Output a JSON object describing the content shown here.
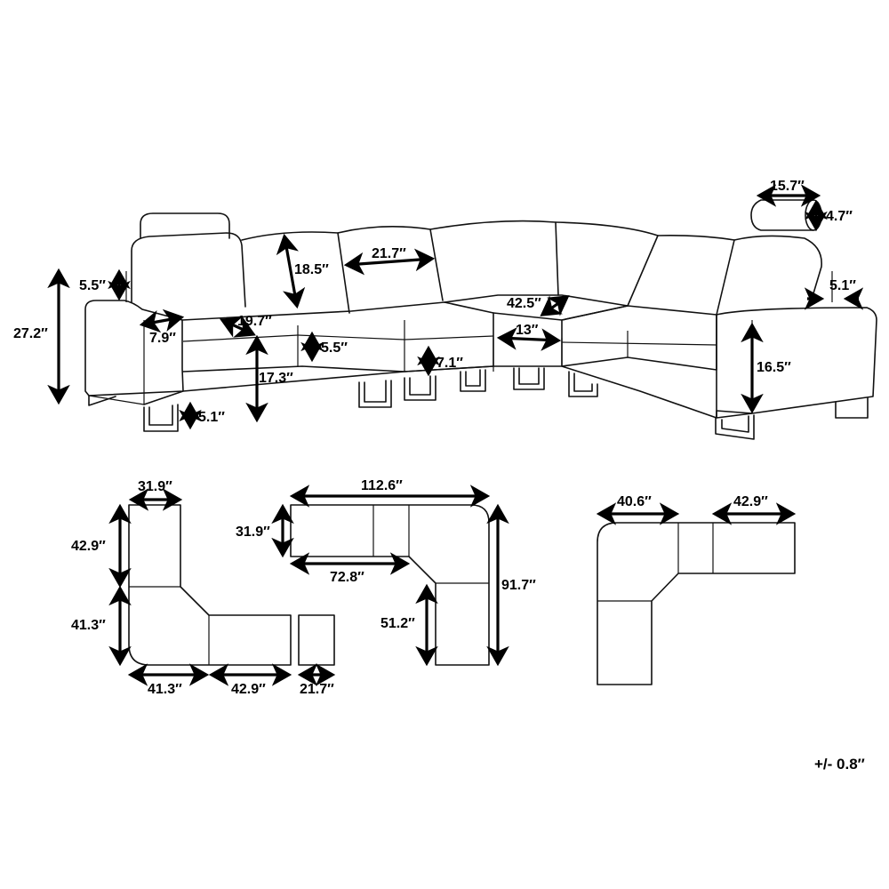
{
  "colors": {
    "stroke": "#111111",
    "arrow": "#000000",
    "background": "#ffffff"
  },
  "front_view": {
    "height_total": "27.2″",
    "armrest_top_drop": "5.5″",
    "armrest_width": "7.9″",
    "seat_depth": "19.7″",
    "backrest_height": "18.5″",
    "module_width": "21.7″",
    "seat_cushion_height": "5.5″",
    "seat_height": "17.3″",
    "leg_height_left": "5.1″",
    "base_height": "7.1″",
    "corner_depth": "42.5″",
    "corner_width": "13″",
    "arm_height_right": "16.5″",
    "headrest_width": "15.7″",
    "headrest_height": "4.7″",
    "headrest_offset": "5.1″"
  },
  "plan_left": {
    "top_width": "31.9″",
    "upper_height": "42.9″",
    "lower_height": "41.3″",
    "bottom_left": "41.3″",
    "bottom_right": "42.9″",
    "ottoman_width": "21.7″"
  },
  "plan_middle": {
    "total_width": "112.6″",
    "depth": "31.9″",
    "inner_width": "72.8″",
    "total_height": "91.7″",
    "inner_height": "51.2″"
  },
  "plan_right": {
    "left_width": "40.6″",
    "right_width": "42.9″"
  },
  "tolerance": "+/- 0.8″"
}
